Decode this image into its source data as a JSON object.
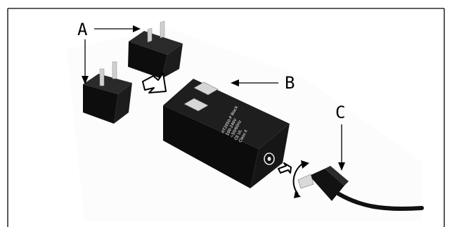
{
  "callouts": {
    "a": "A",
    "b": "B",
    "c": "C"
  },
  "adapter_label_lines": [
    "HT2050-P Black",
    "100-240V",
    "~50/60Hz",
    "CE UL",
    "Class II"
  ],
  "colors": {
    "ink": "#000000",
    "body": "#141414",
    "metal": "#cfcfcf",
    "frame": "#000000"
  }
}
